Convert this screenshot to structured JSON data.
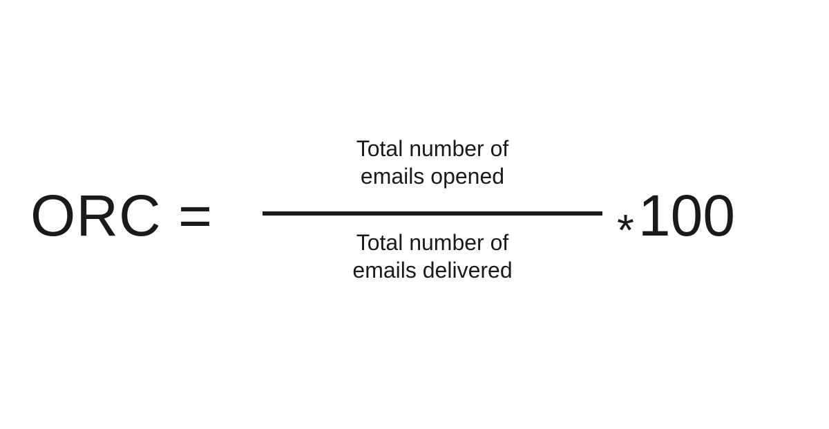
{
  "formula": {
    "lhs": "ORC =",
    "numerator": {
      "line1": "Total number of",
      "line2": "emails opened"
    },
    "denominator": {
      "line1": "Total number of",
      "line2": "emails delivered"
    },
    "operator": "*",
    "factor": "100"
  }
}
